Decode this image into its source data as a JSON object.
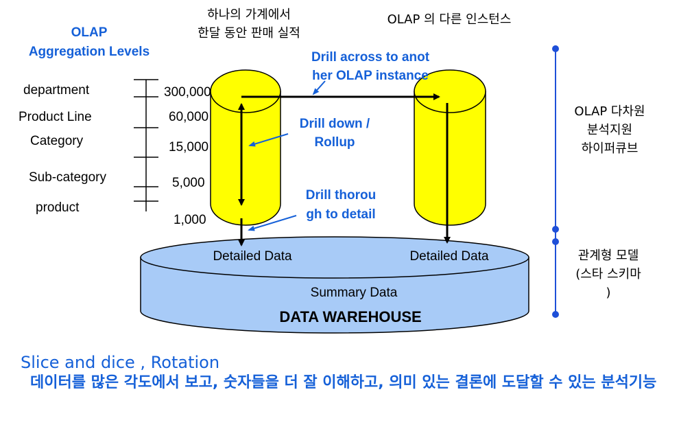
{
  "levels_title": [
    "OLAP",
    "Aggregation  Levels"
  ],
  "levels": [
    {
      "name": "department",
      "value": "300,000"
    },
    {
      "name": "Product Line",
      "value": "60,000"
    },
    {
      "name": "Category",
      "value": "15,000"
    },
    {
      "name": "Sub-category",
      "value": "5,000"
    },
    {
      "name": "product",
      "value": "1,000"
    }
  ],
  "left_cube_caption": [
    "하나의 가계에서",
    "한달 동안 판매 실적"
  ],
  "right_cube_caption": "OLAP 의 다른 인스턴스",
  "drill_across": [
    "Drill across to anot",
    "her OLAP instance"
  ],
  "drill_down": [
    "Drill down /",
    "Rollup"
  ],
  "drill_through": [
    "Drill thorou",
    "gh to detail"
  ],
  "warehouse": {
    "detail_left": "Detailed Data",
    "detail_right": "Detailed Data",
    "summary": "Summary  Data",
    "name": "DATA WAREHOUSE"
  },
  "bracket_top_label": [
    "OLAP 다차원",
    "분석지원",
    "하이퍼큐브"
  ],
  "bracket_bottom_label": [
    "관계형 모델",
    "(스타 스키마",
    ")"
  ],
  "footer": {
    "title": "Slice and dice , Rotation",
    "description": "데이터를 많은 각도에서 보고, 숫자들을 더 잘 이해하고, 의미 있는 결론에 도달할 수 있는 분석기능"
  },
  "colors": {
    "cylinder": "#ffff00",
    "warehouse": "#a8cbf7",
    "accent": "#1560d8",
    "bracket": "#1e4fd8"
  }
}
